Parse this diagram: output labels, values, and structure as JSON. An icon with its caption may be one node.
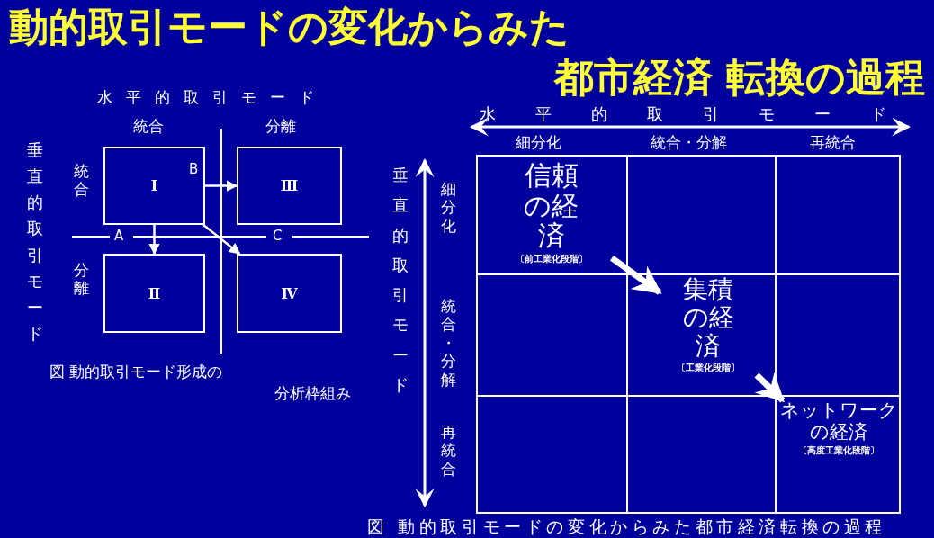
{
  "diagram": {
    "title": "動的取引モードの変化からみた都市経済 転換の過程",
    "nodes": [
      {
        "text": [
          "Ⅰ"
        ]
      },
      {
        "text": [
          "Ⅲ"
        ]
      },
      {
        "text": [
          "Ⅱ"
        ]
      },
      {
        "text": [
          "Ⅳ"
        ]
      },
      {
        "text": [
          "信頼の経済",
          "〔前工業化段階〕"
        ]
      },
      {
        "text": [
          "集積の経済",
          "〔工業化段階〕"
        ]
      },
      {
        "text": [
          "ネットワークの経済",
          "〔高度工業化段階〕"
        ]
      }
    ],
    "edges": [
      {
        "from": 0,
        "to": 1,
        "arrow": "to"
      },
      {
        "from": 0,
        "to": 2,
        "arrow": "to"
      },
      {
        "from": 0,
        "to": 3,
        "arrow": "to"
      },
      {
        "from": 4,
        "to": 5,
        "arrow": "to",
        "style": "thick"
      },
      {
        "from": 5,
        "to": 6,
        "arrow": "to",
        "style": "thick"
      }
    ],
    "labels": [
      "水平的取引モード",
      "統合",
      "分離",
      "垂直的取引モード",
      "統合",
      "分離",
      "A",
      "B",
      "C",
      "図 動的取引モード形成の分析枠組み",
      "水平的取引モード",
      "細分化",
      "統合・分解",
      "再統合",
      "垂直的取引モード",
      "細分化",
      "統合・分解",
      "再統合",
      "図 動的取引モードの変化からみた都市経済転換の過程"
    ]
  }
}
